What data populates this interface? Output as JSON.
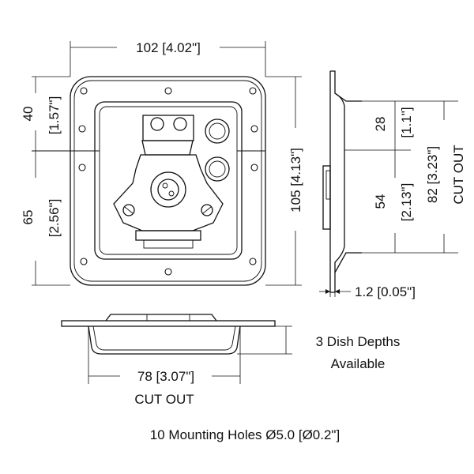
{
  "dimensions": {
    "top_width": "102 [4.02\"]",
    "left_upper": "40",
    "left_upper_in": "[1.57\"]",
    "left_lower": "65",
    "left_lower_in": "[2.56\"]",
    "right_height": "105 [4.13\"]",
    "side_upper": "28",
    "side_upper_in": "[1.1\"]",
    "side_lower": "54",
    "side_lower_in": "[2.13\"]",
    "cutout_height": "82 [3.23\"]",
    "cutout_height_label": "CUT OUT",
    "thickness": "1.2 [0.05\"]",
    "bottom_cutout": "78 [3.07\"]",
    "bottom_cutout_label": "CUT OUT"
  },
  "notes": {
    "dish_depths_line1": "3 Dish Depths",
    "dish_depths_line2": "Available",
    "mounting_holes": "10 Mounting Holes Ø5.0 [Ø0.2\"]"
  }
}
